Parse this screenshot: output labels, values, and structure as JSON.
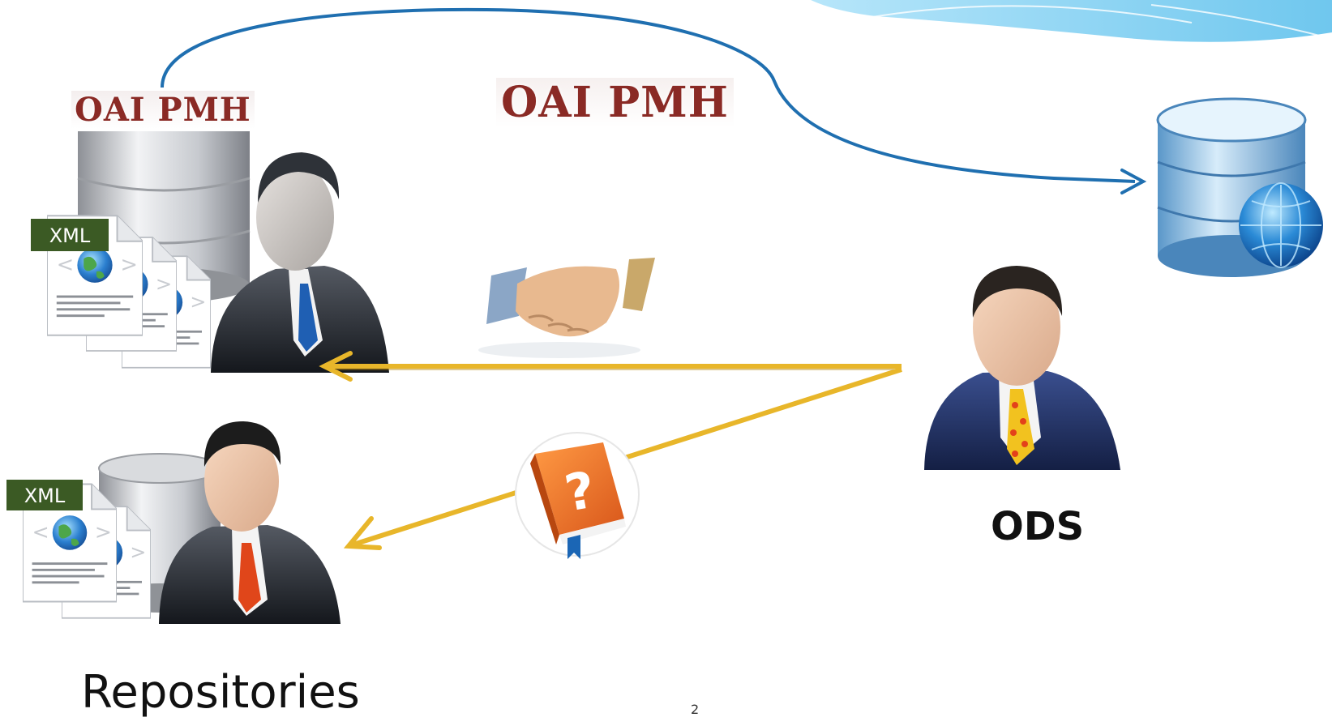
{
  "labels": {
    "oai_left": "OAI PMH",
    "oai_center": "OAI PMH",
    "ods": "ODS",
    "repositories": "Repositories",
    "xml_top": "XML",
    "xml_bottom": "XML",
    "page_number": "2"
  },
  "colors": {
    "oai_text": "#8a2a25",
    "curve": "#1f6fb0",
    "gold_arrow": "#e8b62a",
    "book": "#ee7524",
    "xml_badge": "#3b5a24",
    "corner_wave": "#8fd3f2"
  },
  "icons": {
    "top_repository": [
      "database-icon",
      "xml-document-icon",
      "businessman-icon"
    ],
    "bottom_repository": [
      "database-icon",
      "xml-document-icon",
      "businessman-icon"
    ],
    "ods": "businessman-icon",
    "target": "web-database-icon",
    "agreement": "handshake-icon",
    "query": "help-book-icon"
  }
}
